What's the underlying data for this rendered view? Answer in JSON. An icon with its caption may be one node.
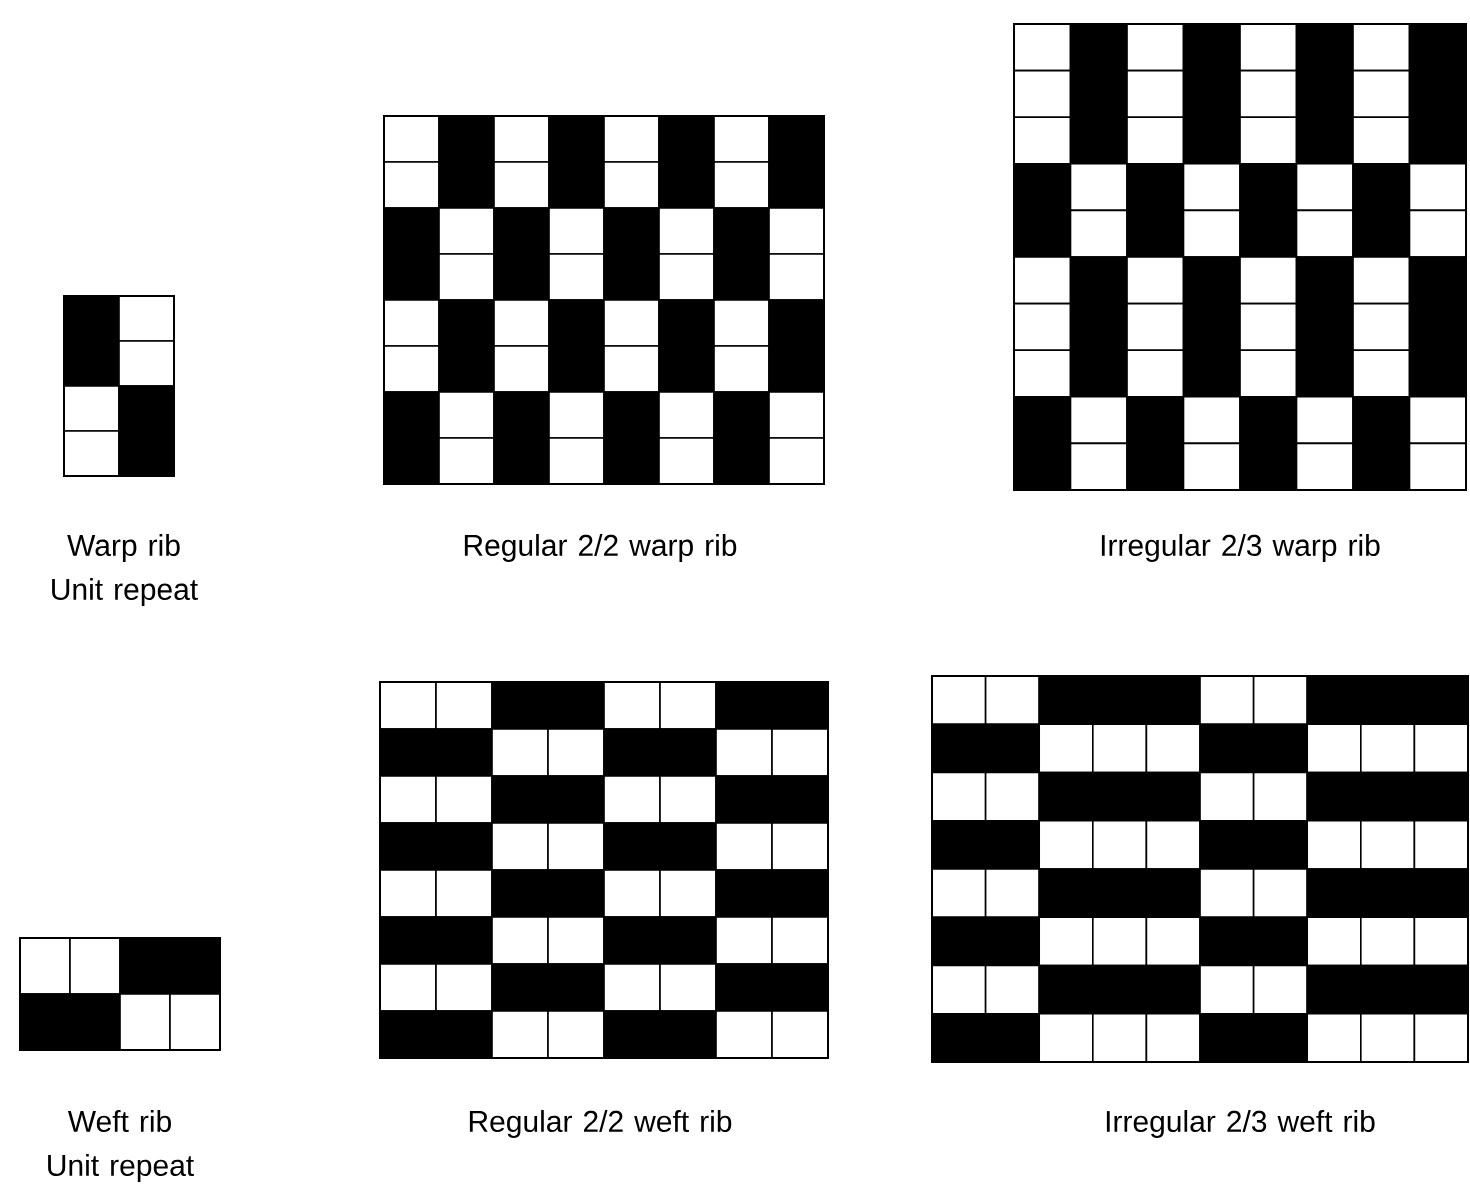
{
  "diagram": {
    "labels": [
      "Warp rib Unit repeat",
      "Regular 2/2 warp rib",
      "Irregular 2/3 warp rib",
      "Weft rib Unit repeat",
      "Regular 2/2 weft rib",
      "Irregular 2/3 weft rib"
    ]
  }
}
